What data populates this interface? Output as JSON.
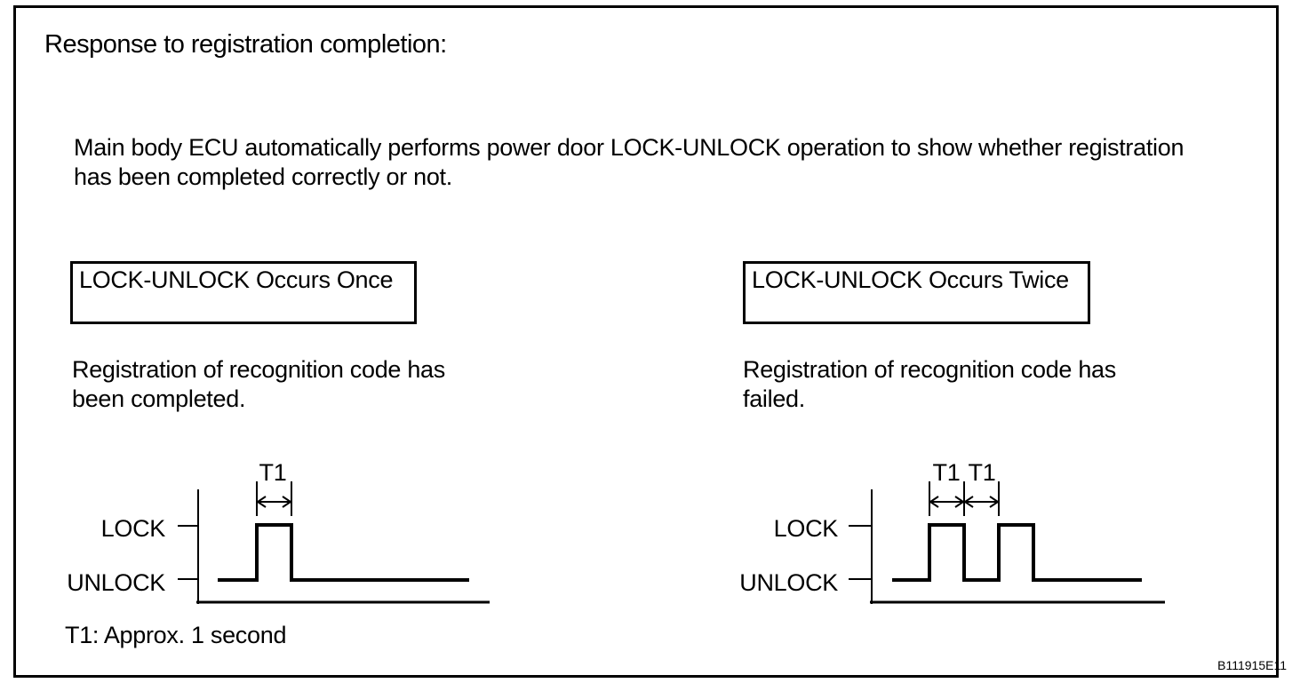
{
  "figure": {
    "title": "Response to registration completion:",
    "body_lines": [
      "Main body ECU automatically performs power door LOCK-UNLOCK operation to show whether registration",
      "has been completed correctly or not."
    ],
    "footnote": "T1: Approx. 1 second",
    "figure_code": "B111915E11"
  },
  "panels": [
    {
      "box_label": "LOCK-UNLOCK Occurs Once",
      "caption_lines": [
        "Registration of recognition code has",
        "been completed."
      ],
      "waveform": {
        "type": "timing-diagram",
        "high_label": "LOCK",
        "low_label": "UNLOCK",
        "t1_labels": [
          "T1"
        ],
        "pulse_count": 1,
        "pulse_duration": "T1"
      }
    },
    {
      "box_label": "LOCK-UNLOCK Occurs Twice",
      "caption_lines": [
        "Registration of recognition code has",
        "failed."
      ],
      "waveform": {
        "type": "timing-diagram",
        "high_label": "LOCK",
        "low_label": "UNLOCK",
        "t1_labels": [
          "T1",
          "T1"
        ],
        "pulse_count": 2,
        "pulse_duration": "T1",
        "gap_duration": "T1"
      }
    }
  ],
  "colors": {
    "ink": "#000000",
    "paper": "#ffffff"
  }
}
